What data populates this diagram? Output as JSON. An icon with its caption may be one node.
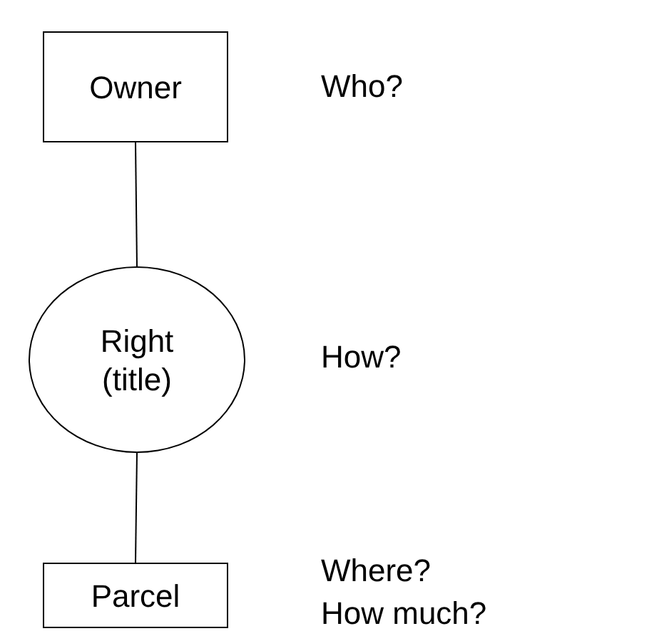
{
  "diagram": {
    "nodes": [
      {
        "text": [
          "Owner"
        ],
        "beside": [
          "Who?"
        ]
      },
      {
        "text": [
          "Right (title)"
        ],
        "beside": [
          "How?"
        ]
      },
      {
        "text": [
          "Parcel"
        ],
        "beside": [
          "Where?",
          "How much?"
        ]
      }
    ],
    "edges": [
      {
        "from": 0,
        "to": 1,
        "arrow": "none"
      },
      {
        "from": 1,
        "to": 2,
        "arrow": "none"
      }
    ]
  }
}
